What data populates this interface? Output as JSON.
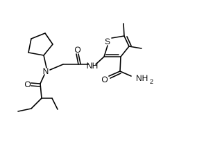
{
  "atom_labels": {
    "nitrogen_tertiary": "N",
    "oxygen_amide_top": "O",
    "nitrogen_amide_nh": "N",
    "hydrogen_amide_nh": "H",
    "sulfur_ring": "S",
    "oxygen_acyl": "O",
    "oxygen_carboxamide": "O",
    "amine_nh2": "NH",
    "amine_subscript": "2"
  },
  "colors": {
    "bond": "#000000",
    "label": "#000000",
    "background": "#ffffff"
  }
}
